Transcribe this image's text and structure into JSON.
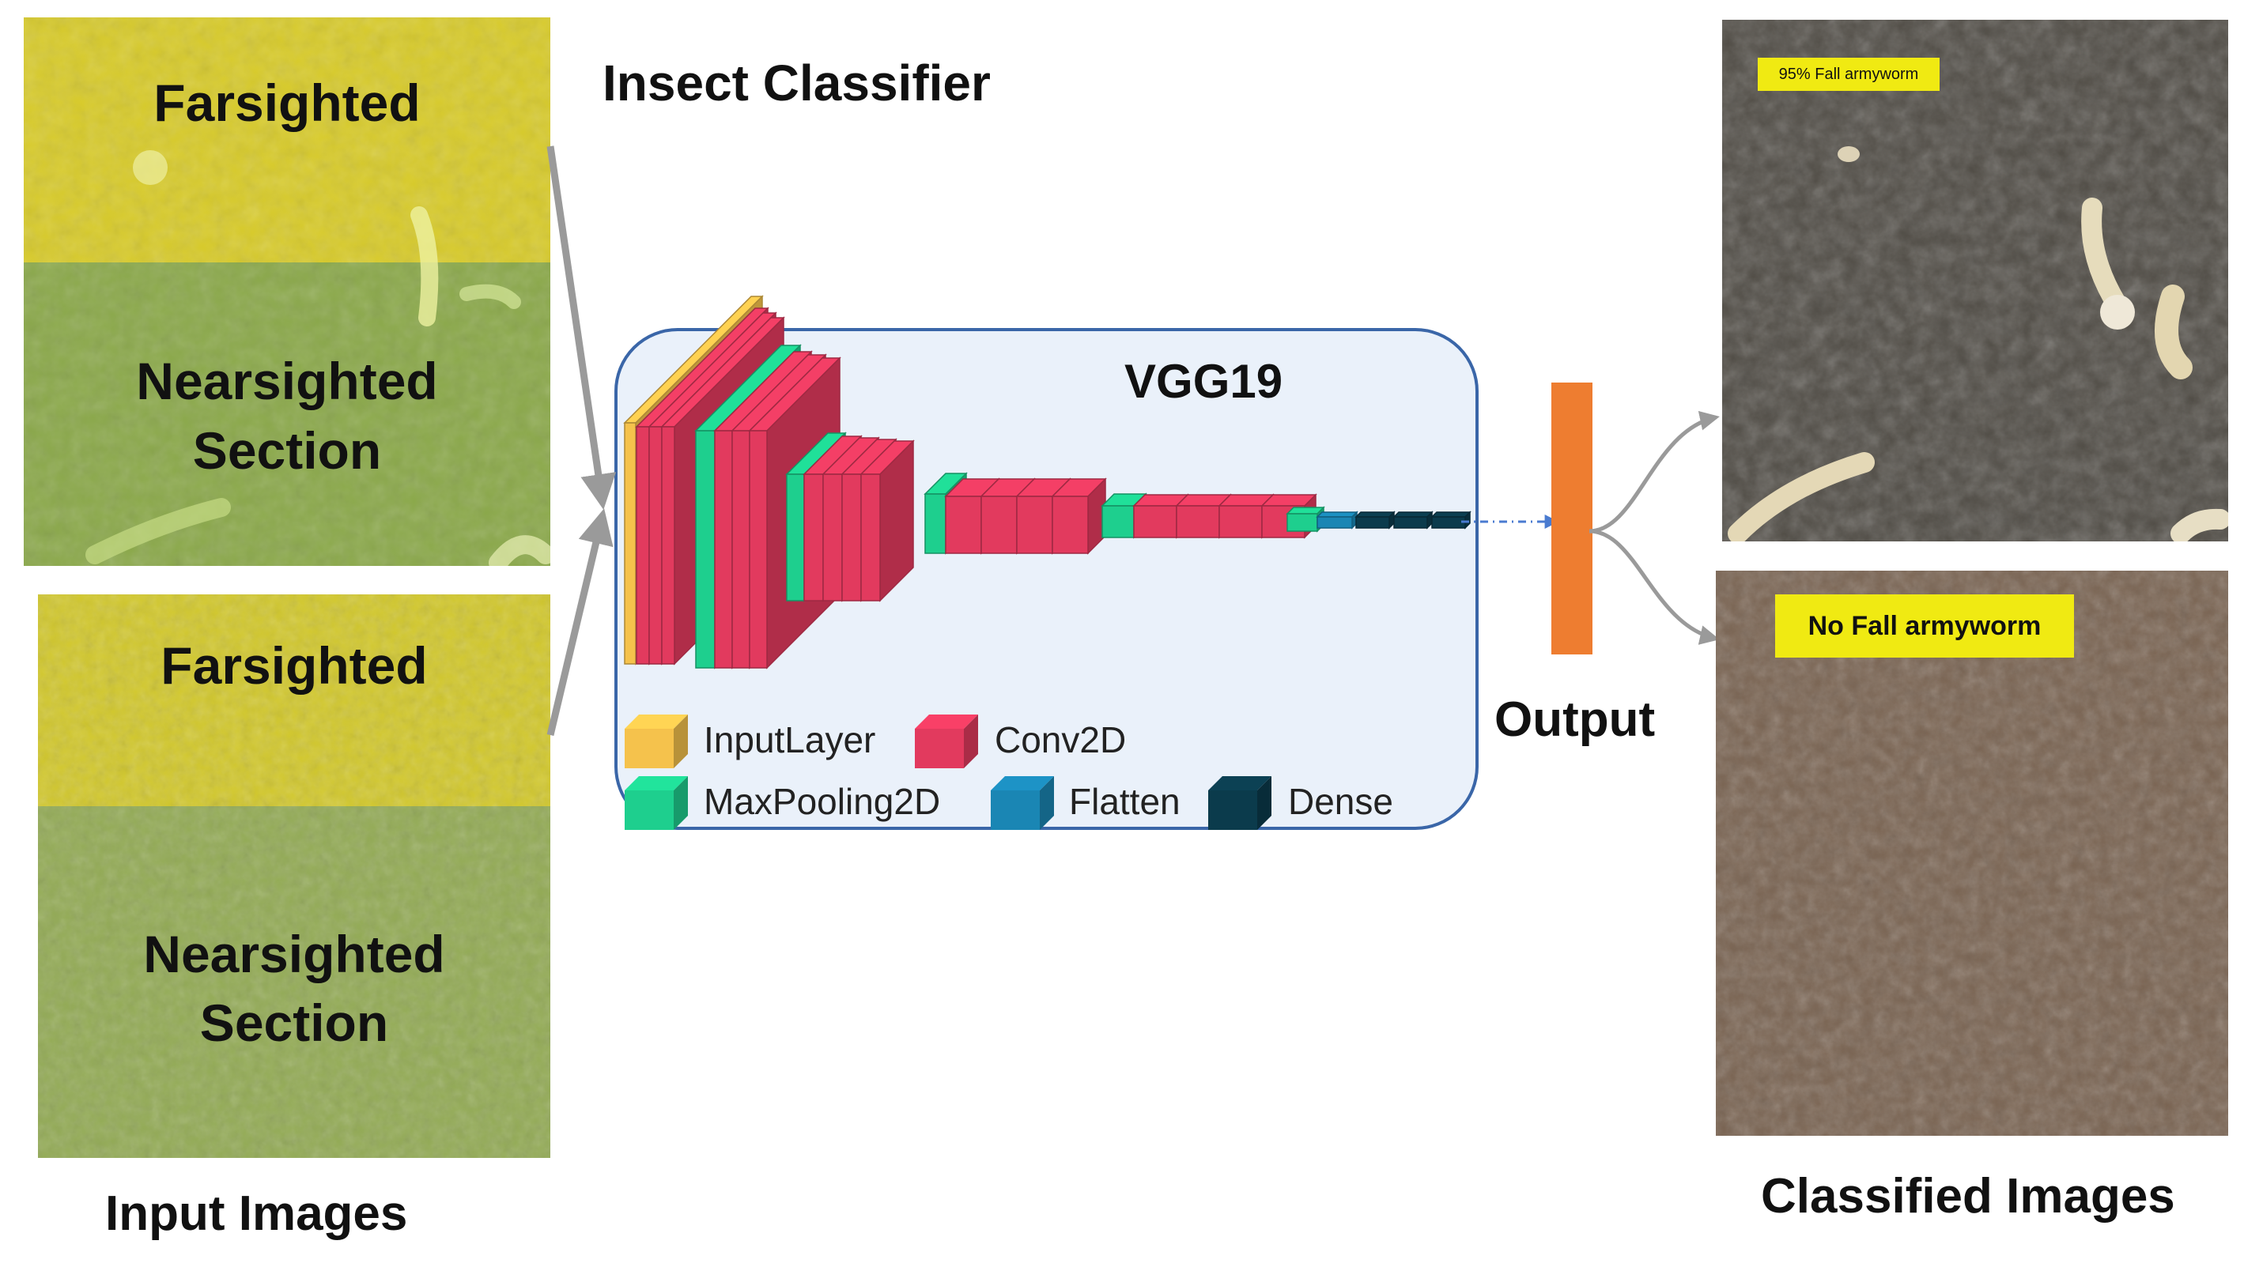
{
  "title": "Insect Classifier",
  "input_images": {
    "caption": "Input Images",
    "panels": [
      {
        "far_label": "Farsighted",
        "near_label_1": "Nearsighted",
        "near_label_2": "Section"
      },
      {
        "far_label": "Farsighted",
        "near_label_1": "Nearsighted",
        "near_label_2": "Section"
      }
    ]
  },
  "model": {
    "name": "VGG19",
    "legend": [
      {
        "label": "InputLayer",
        "color": "#f5c24c"
      },
      {
        "label": "Conv2D",
        "color": "#e23a5e"
      },
      {
        "label": "MaxPooling2D",
        "color": "#1ecf8e"
      },
      {
        "label": "Flatten",
        "color": "#1a86b4"
      },
      {
        "label": "Dense",
        "color": "#0b3b4c"
      }
    ]
  },
  "output": {
    "label": "Output",
    "color": "#ee7d30"
  },
  "classified_images": {
    "caption": "Classified Images",
    "results": [
      {
        "tag": "95% Fall armyworm"
      },
      {
        "tag": "No Fall armyworm"
      }
    ]
  }
}
